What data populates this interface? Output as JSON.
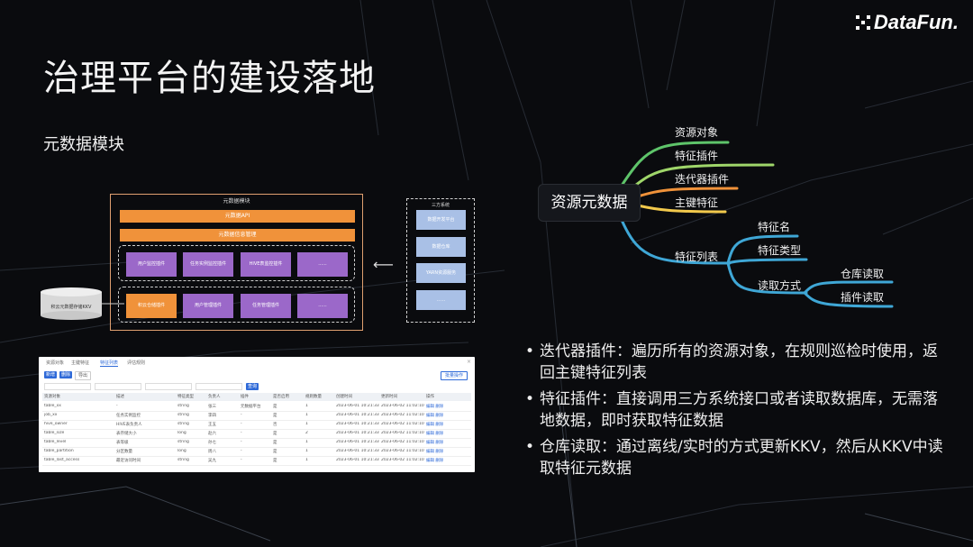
{
  "slide": {
    "title": "治理平台的建设落地",
    "subtitle": "元数据模块",
    "logo": "DataFun."
  },
  "diagram": {
    "title": "元数据模块",
    "bars": [
      "元数据API",
      "元数据信息管理"
    ],
    "group1": [
      "用户监控插件",
      "任务实例监控插件",
      "HIVE表监控插件",
      "......"
    ],
    "group2": [
      "积云仓储插件",
      "用户管理插件",
      "任务管理插件",
      "......"
    ],
    "external_title": "三方系统",
    "external": [
      "数据开发平台",
      "数据仓库",
      "YARN资源服务",
      "......"
    ],
    "db_label": "积云元数据存储KKV"
  },
  "screenshot": {
    "tabs": [
      "资源对象",
      "主键特征",
      "特征列表",
      "评估规则"
    ],
    "buttons": [
      "新增",
      "删除",
      "导出"
    ],
    "right_button": "批量操作",
    "search_button": "查询",
    "headers": [
      "资源对象",
      "描述",
      "特征类型",
      "负责人",
      "插件",
      "是否启用",
      "规则数量",
      "创建时间",
      "更新时间",
      "操作"
    ],
    "rows": [
      [
        "table_xx",
        "-",
        "string",
        "张三",
        "元数据平台",
        "是",
        "1",
        "2023-06-01 10:21:33",
        "2023-06-02 11:02:10",
        "编辑 删除"
      ],
      [
        "job_xx",
        "任务实例监控",
        "string",
        "李四",
        "-",
        "是",
        "1",
        "2023-06-01 10:21:33",
        "2023-06-02 11:02:10",
        "编辑 删除"
      ],
      [
        "hive_owner",
        "HIVE表负责人",
        "string",
        "王五",
        "-",
        "否",
        "1",
        "2023-06-01 10:21:33",
        "2023-06-02 11:02:10",
        "编辑 删除"
      ],
      [
        "table_size",
        "表存储大小",
        "long",
        "赵六",
        "-",
        "是",
        "2",
        "2023-06-01 10:21:33",
        "2023-06-02 11:02:10",
        "编辑 删除"
      ],
      [
        "table_level",
        "表等级",
        "string",
        "孙七",
        "-",
        "是",
        "1",
        "2023-06-01 10:21:33",
        "2023-06-02 11:02:10",
        "编辑 删除"
      ],
      [
        "table_partition",
        "分区数量",
        "long",
        "周八",
        "-",
        "是",
        "1",
        "2023-06-01 10:21:33",
        "2023-06-02 11:02:10",
        "编辑 删除"
      ],
      [
        "table_last_access",
        "最近访问时间",
        "string",
        "吴九",
        "-",
        "是",
        "1",
        "2023-06-01 10:21:33",
        "2023-06-02 11:02:10",
        "编辑 删除"
      ]
    ]
  },
  "mindmap": {
    "root": "资源元数据",
    "branches": [
      "资源对象",
      "特征插件",
      "迭代器插件",
      "主键特征",
      "特征列表"
    ],
    "feature_list": [
      "特征名",
      "特征类型",
      "读取方式"
    ],
    "read_modes": [
      "仓库读取",
      "插件读取"
    ],
    "colors": {
      "resource": "#5ec46a",
      "plugin": "#9fd66a",
      "iterator": "#f0923a",
      "primary": "#f2c94c",
      "list": "#3fa7d6"
    }
  },
  "bullets": [
    "迭代器插件：遍历所有的资源对象，在规则巡检时使用，返回主键特征列表",
    "特征插件：直接调用三方系统接口或者读取数据库，无需落地数据，即时获取特征数据",
    "仓库读取：通过离线/实时的方式更新KKV，然后从KKV中读取特征元数据"
  ]
}
